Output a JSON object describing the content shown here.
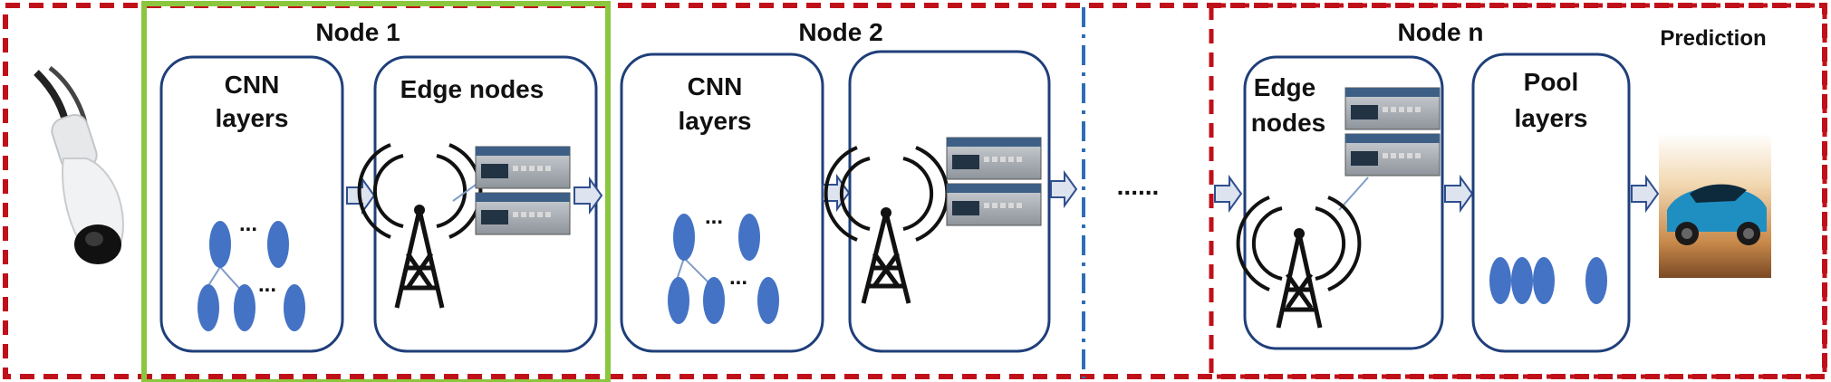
{
  "nodes": {
    "node1": {
      "title": "Node 1",
      "cnn_label": [
        "CNN",
        "layers"
      ],
      "edge_label": "Edge nodes",
      "dots": [
        "...",
        "..."
      ]
    },
    "node2": {
      "title": "Node 2",
      "cnn_label": [
        "CNN",
        "layers"
      ],
      "dots": [
        "...",
        "..."
      ]
    },
    "ellipsis": "......",
    "noden": {
      "title": "Node n",
      "edge_label": [
        "Edge",
        "nodes"
      ],
      "pool_label": [
        "Pool",
        "layers"
      ]
    }
  },
  "prediction": {
    "label": "Prediction"
  },
  "colors": {
    "outer_border": "#c0101a",
    "node1_border": "#8cc63f",
    "blue_divider": "#2f6db5",
    "panel_border": "#1f3f7a",
    "neuron_fill": "#4472c4",
    "arrow_fill": "#dde3ef"
  },
  "icons": {
    "camera": "security-camera-icon",
    "tower": "antenna-tower-icon",
    "router": "network-router-icon",
    "car": "car-photo-icon"
  }
}
